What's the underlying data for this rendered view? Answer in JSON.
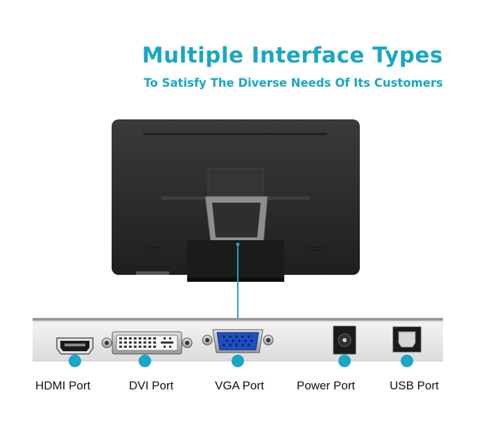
{
  "heading": {
    "title": "Multiple Interface Types",
    "subtitle": "To Satisfy The Diverse Needs Of Its Customers"
  },
  "ports": [
    {
      "label": "HDMI Port",
      "icon": "hdmi-port-icon"
    },
    {
      "label": "DVI Port",
      "icon": "dvi-port-icon"
    },
    {
      "label": "VGA Port",
      "icon": "vga-port-icon"
    },
    {
      "label": "Power Port",
      "icon": "power-port-icon"
    },
    {
      "label": "USB Port",
      "icon": "usb-port-icon"
    }
  ],
  "colors": {
    "accent": "#1aa6c4",
    "monitor_body": "#2a2a2a",
    "panel": "#e8e8ea"
  }
}
